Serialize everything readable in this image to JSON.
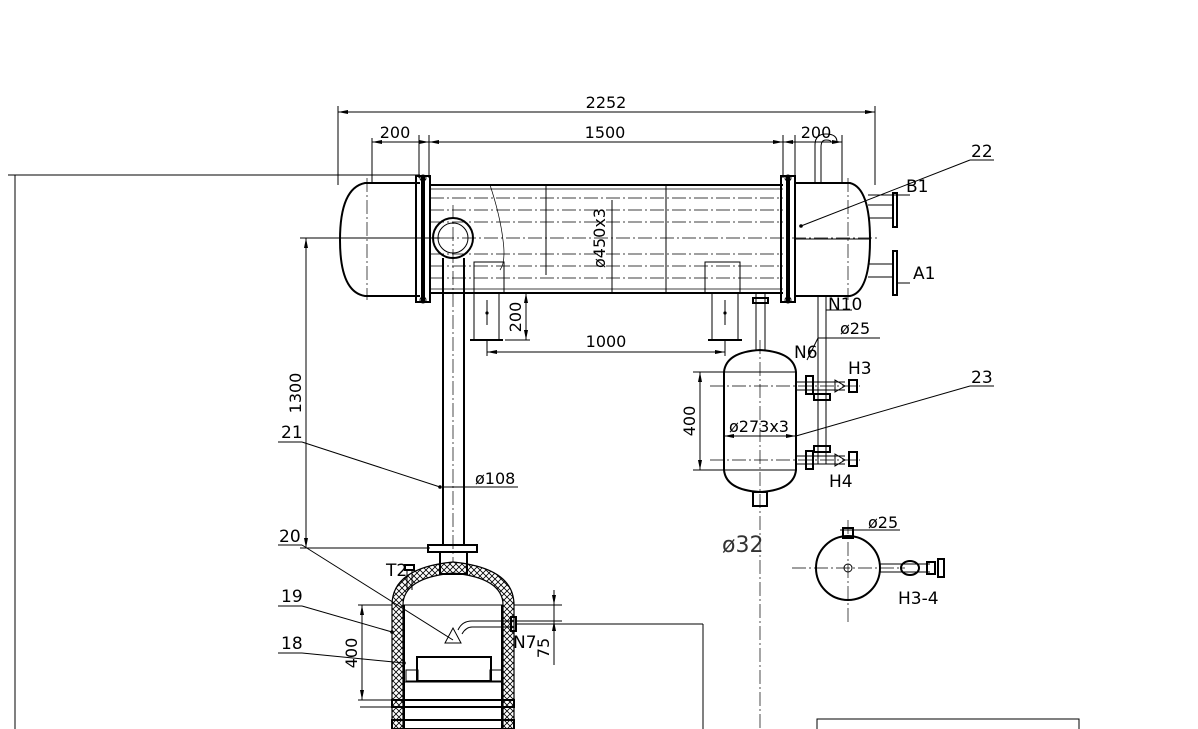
{
  "dimensions": {
    "overall_length": "2252",
    "left_head": "200",
    "shell_length": "1500",
    "right_head": "200",
    "shell_diameter": "ø450x3",
    "support_height": "200",
    "support_spacing": "1000",
    "elevation": "1300",
    "pipe_diameter": "ø108",
    "nozzle_n10": "ø25",
    "receiver_height": "400",
    "receiver_diameter": "ø273x3",
    "bottom_nozzle": "ø32",
    "plan_nozzle": "ø25",
    "vessel_height": "400",
    "nozzle_offset": "75"
  },
  "labels": {
    "b1": "B1",
    "a1": "A1",
    "n10": "N10",
    "n6": "N6",
    "h3": "H3",
    "h4": "H4",
    "h34": "H3-4",
    "t2": "T2",
    "n7": "N7"
  },
  "parts": {
    "p22": "22",
    "p23": "23",
    "p21": "21",
    "p20": "20",
    "p19": "19",
    "p18": "18"
  },
  "icons": {
    "arrowheads": "dimension-arrow-icon",
    "valves": "needle-valve-icon"
  }
}
